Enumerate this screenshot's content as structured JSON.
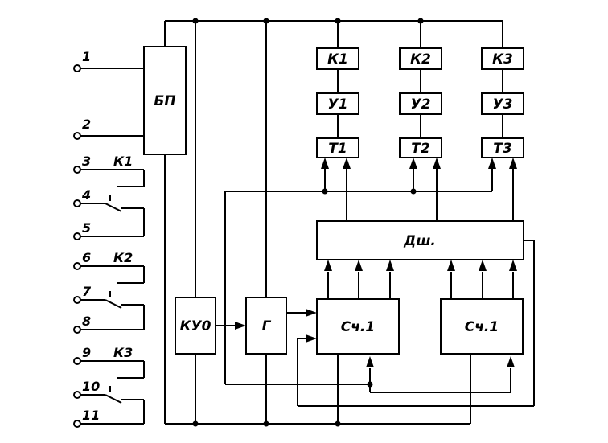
{
  "blocks": {
    "bp": "БП",
    "kuo": "КУ0",
    "gen": "Г",
    "dsh": "Дш.",
    "counter1": "Сч.1",
    "counter2": "Сч.1",
    "k1": "К1",
    "k2": "К2",
    "k3": "К3",
    "u1": "У1",
    "u2": "У2",
    "u3": "У3",
    "t1": "Т1",
    "t2": "Т2",
    "t3": "Т3"
  },
  "terminals": [
    "1",
    "2",
    "3",
    "4",
    "5",
    "6",
    "7",
    "8",
    "9",
    "10",
    "11"
  ],
  "relays": {
    "k1": "К1",
    "k2": "К2",
    "k3": "К3"
  }
}
